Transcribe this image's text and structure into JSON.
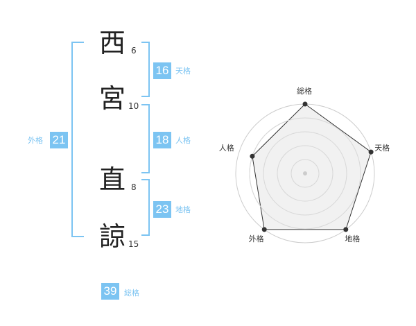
{
  "name": {
    "chars": [
      {
        "char": "西",
        "strokes": "6"
      },
      {
        "char": "宮",
        "strokes": "10"
      },
      {
        "char": "直",
        "strokes": "8"
      },
      {
        "char": "諒",
        "strokes": "15"
      }
    ]
  },
  "fortunes": {
    "tenkaku": {
      "value": "16",
      "label": "天格"
    },
    "jinkaku": {
      "value": "18",
      "label": "人格"
    },
    "chikaku": {
      "value": "23",
      "label": "地格"
    },
    "gaikaku": {
      "value": "21",
      "label": "外格"
    },
    "soukaku": {
      "value": "39",
      "label": "総格"
    }
  },
  "chart_data": {
    "type": "radar",
    "axes": [
      "総格",
      "天格",
      "地格",
      "外格",
      "人格"
    ],
    "values": [
      5,
      5,
      5,
      5,
      4
    ],
    "max": 5,
    "grid_levels": 5,
    "colors": {
      "fill": "#efefef",
      "line": "#333333",
      "grid": "#cccccc",
      "point": "#333333"
    }
  },
  "colors": {
    "accent": "#7cc4f2"
  }
}
